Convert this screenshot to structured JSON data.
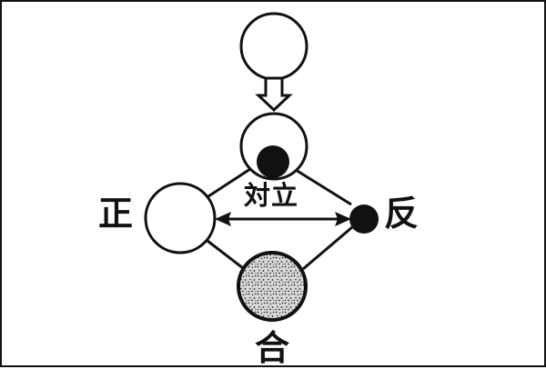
{
  "diagram": {
    "labels": {
      "thesis": "正",
      "antithesis": "反",
      "synthesis": "合",
      "opposition": "対立"
    },
    "colors": {
      "stroke": "#111111",
      "fill_white": "#ffffff",
      "fill_black": "#111111",
      "texture_dark": "#222222",
      "texture_light": "#d9d9d9"
    }
  }
}
